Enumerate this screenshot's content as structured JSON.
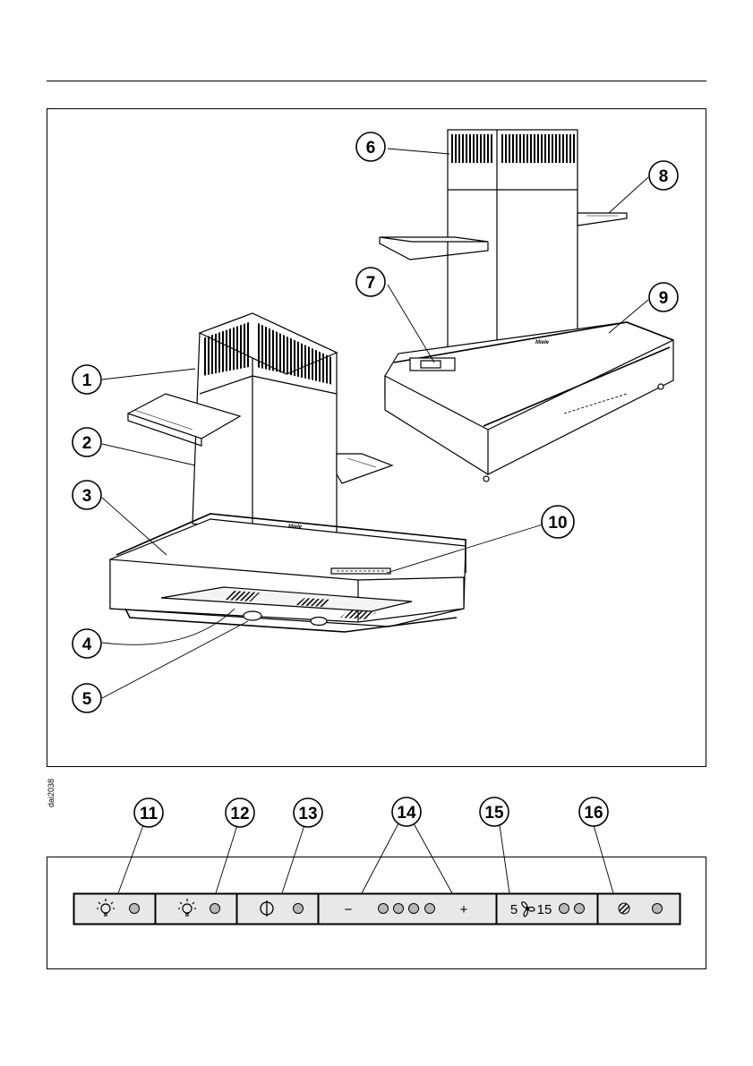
{
  "figure_code": "dai2038",
  "callouts": [
    "1",
    "2",
    "3",
    "4",
    "5",
    "6",
    "7",
    "8",
    "9",
    "10",
    "11",
    "12",
    "13",
    "14",
    "15",
    "16"
  ],
  "brand_logo": "Miele",
  "control_panel": {
    "buttons": [
      {
        "id": "light-1",
        "icon": "light-bulb-icon",
        "indicators": 1
      },
      {
        "id": "light-2",
        "icon": "light-bulb-icon",
        "indicators": 1
      },
      {
        "id": "on-off",
        "icon": "power-icon",
        "indicators": 1
      },
      {
        "id": "fan-power",
        "minus": "−",
        "plus": "+",
        "indicators": 4
      },
      {
        "id": "run-on",
        "run_on_min": "5",
        "run_on_max": "15",
        "icon": "fan-icon",
        "indicators": 2
      },
      {
        "id": "filter",
        "icon": "grease-filter-icon",
        "indicators": 1
      }
    ]
  },
  "colors": {
    "line": "#000000",
    "panel_fill": "#e8e8e8",
    "indicator_fill": "#b8b8b8",
    "callout_fill": "#ffffff"
  }
}
